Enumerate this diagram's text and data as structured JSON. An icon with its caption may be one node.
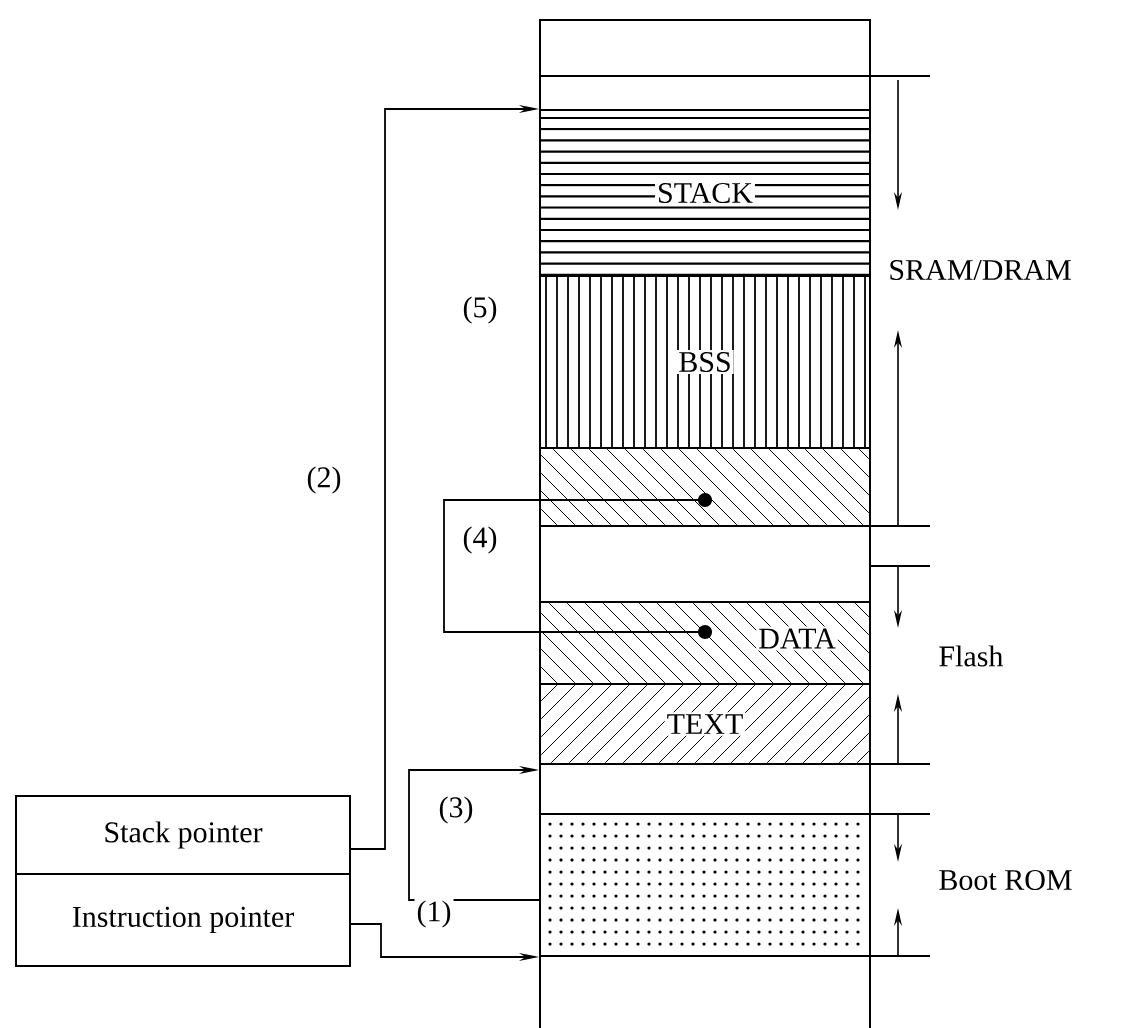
{
  "diagram": {
    "nodes": [
      {
        "text": [
          "STACK"
        ]
      },
      {
        "text": [
          "BSS"
        ]
      },
      {
        "text": [],
        "shape": "box"
      },
      {
        "text": [
          "DATA"
        ]
      },
      {
        "text": [
          "TEXT"
        ]
      },
      {
        "text": [],
        "shape": "box"
      },
      {
        "text": [],
        "shape": "box"
      },
      {
        "text": [
          "Stack pointer"
        ]
      },
      {
        "text": [
          "Instruction pointer"
        ]
      }
    ],
    "edges": [
      {
        "from": 7,
        "to": 0,
        "arrow": "to",
        "label": "(2)"
      },
      {
        "from": 8,
        "to": 6,
        "arrow": "to",
        "label": "(1)"
      },
      {
        "from": 6,
        "to": 5,
        "arrow": "to",
        "label": "(3)"
      },
      {
        "from": 3,
        "to": 2,
        "arrow": "other",
        "label": "(4)"
      }
    ],
    "labels": [
      "(5)",
      "SRAM/DRAM",
      "Flash",
      "Boot ROM"
    ]
  }
}
